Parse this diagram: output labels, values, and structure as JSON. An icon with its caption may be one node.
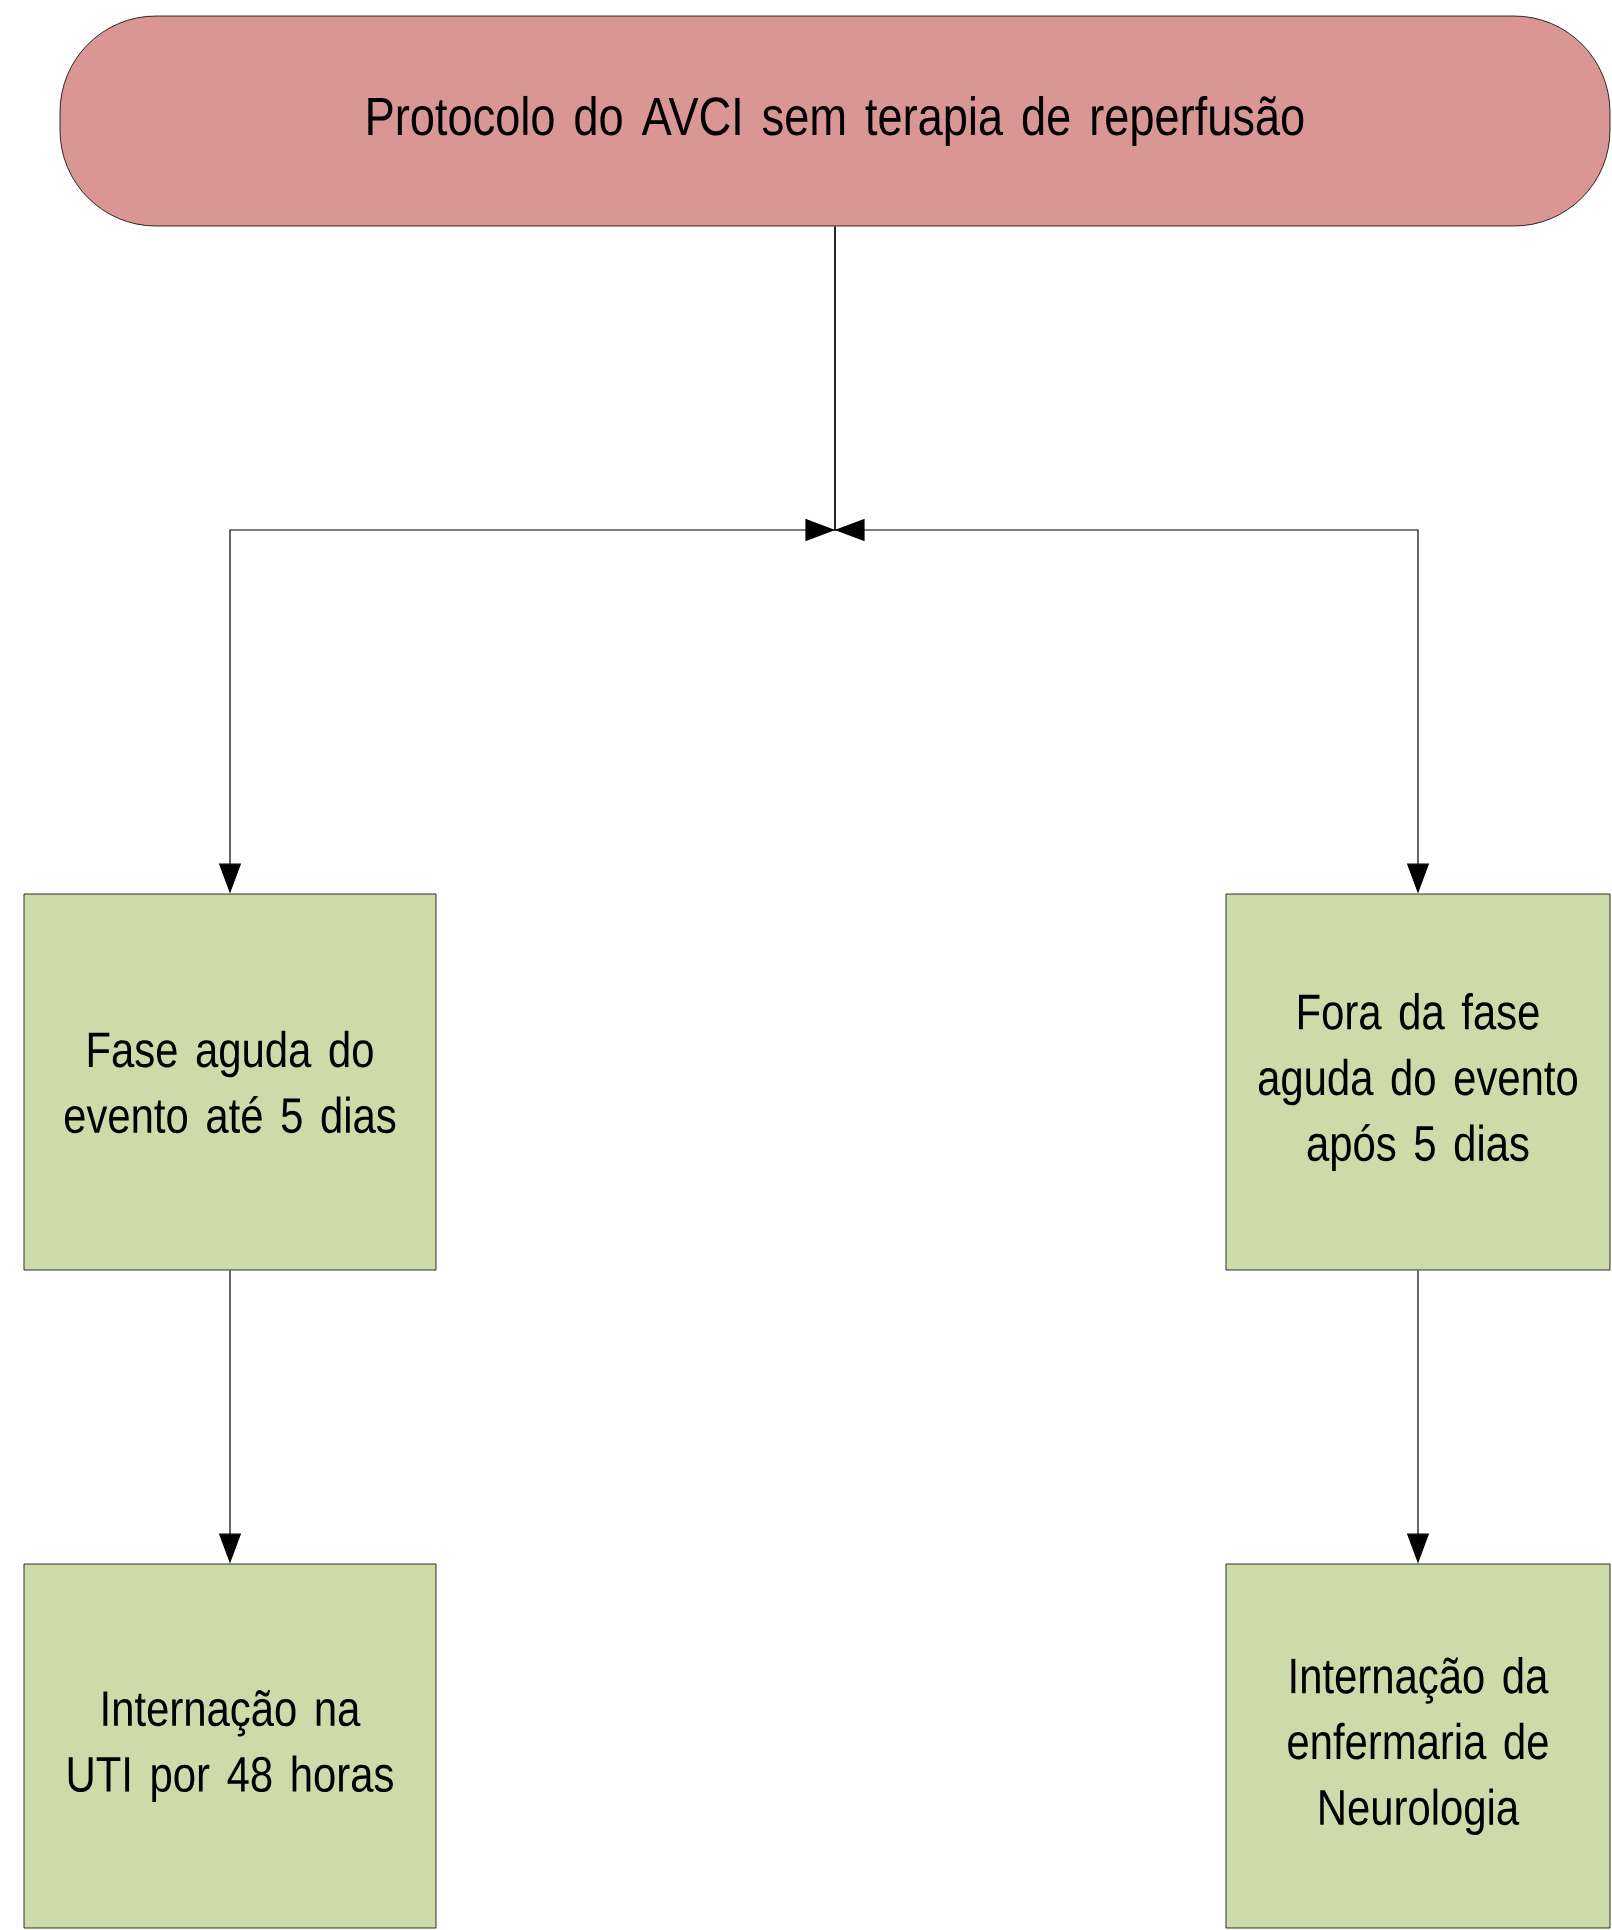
{
  "diagram": {
    "nodes": [
      {
        "text": [
          "Protocolo do AVCI sem terapia de reperfusão"
        ]
      },
      {
        "text": [
          "Fase aguda do evento até 5 dias"
        ]
      },
      {
        "text": [
          "Fora da fase aguda do evento após 5 dias"
        ]
      },
      {
        "text": [
          "Internação na UTI por 48 horas"
        ]
      },
      {
        "text": [
          "Internação da enfermaria de Neurologia"
        ]
      }
    ],
    "edges": [
      {
        "from": 0,
        "to": 1,
        "arrow": "to"
      },
      {
        "from": 0,
        "to": 2,
        "arrow": "to"
      },
      {
        "from": 1,
        "to": 3,
        "arrow": "to"
      },
      {
        "from": 2,
        "to": 4,
        "arrow": "to"
      }
    ]
  }
}
